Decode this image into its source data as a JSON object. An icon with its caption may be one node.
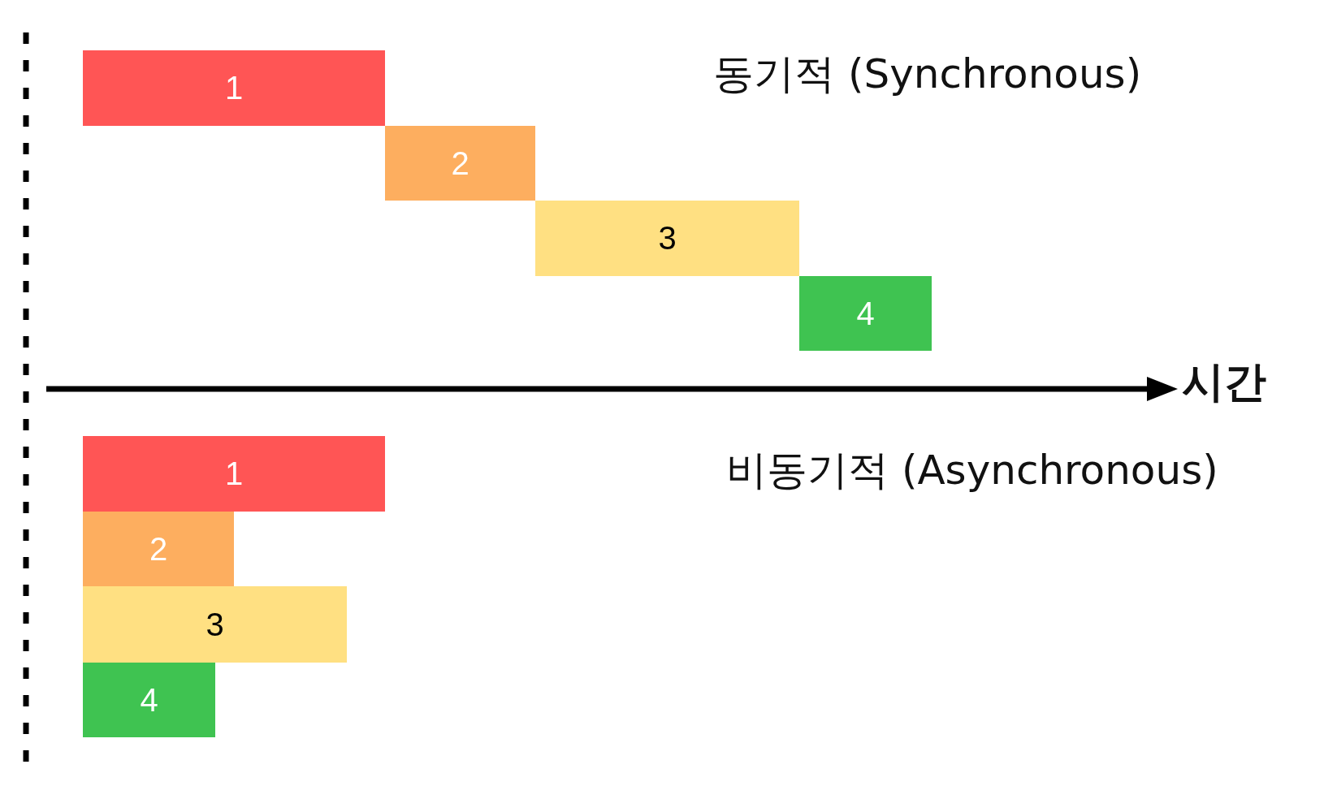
{
  "diagram": {
    "nodes": [
      {
        "text": [
          "1"
        ]
      },
      {
        "text": [
          "2"
        ]
      },
      {
        "text": [
          "3"
        ]
      },
      {
        "text": [
          "4"
        ]
      },
      {
        "text": [
          "1"
        ]
      },
      {
        "text": [
          "2"
        ]
      },
      {
        "text": [
          "3"
        ]
      },
      {
        "text": [
          "4"
        ]
      }
    ],
    "labels": [
      "동기적 (Synchronous)",
      "시간",
      "비동기적 (Asynchronous)"
    ]
  }
}
